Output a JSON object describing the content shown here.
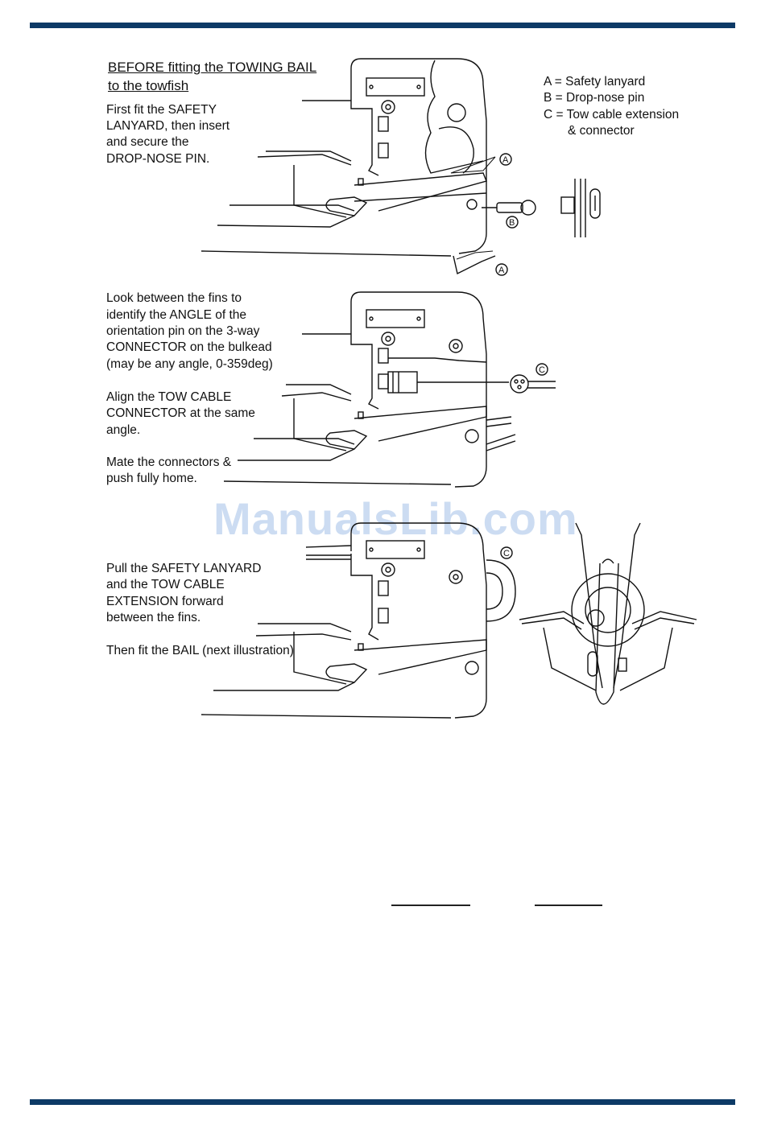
{
  "section1": {
    "heading_line1": "BEFORE fitting the TOWING BAIL",
    "heading_line2": "to the towfish",
    "body": [
      "First fit the SAFETY",
      "LANYARD, then insert",
      "and secure the",
      "DROP-NOSE PIN."
    ]
  },
  "legend": {
    "line_a": "A = Safety lanyard",
    "line_b": "B = Drop-nose pin",
    "line_c": "C = Tow cable extension",
    "line_c2": "& connector"
  },
  "section2": {
    "para1": [
      "Look between the fins to",
      "identify the ANGLE of the",
      "orientation pin on the 3-way",
      "CONNECTOR on the bulkead",
      "(may be any angle, 0-359deg)"
    ],
    "para2": [
      "Align the TOW CABLE",
      "CONNECTOR at the same",
      "angle."
    ],
    "para3": [
      "Mate the connectors &",
      "push fully home."
    ]
  },
  "section3": {
    "para1": [
      "Pull the SAFETY LANYARD",
      "and the TOW CABLE",
      "EXTENSION forward",
      "between the fins."
    ],
    "para2": "Then fit the BAIL (next illustration)"
  },
  "callouts": {
    "a": "A",
    "b": "B",
    "c": "C"
  },
  "watermark": "ManualsLib.com",
  "colors": {
    "bar": "#0d3a66",
    "watermark": "#8fb3e3",
    "ink": "#111111"
  }
}
